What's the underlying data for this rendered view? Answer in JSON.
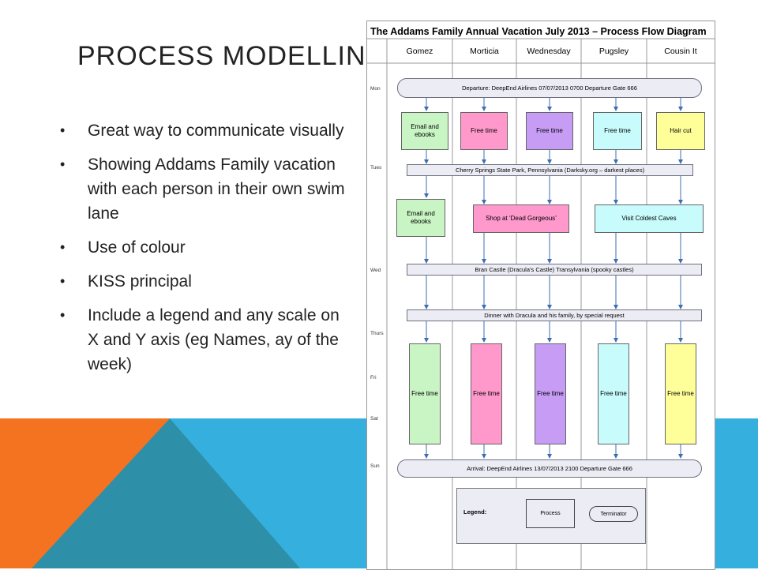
{
  "slide": {
    "title": "PROCESS MODELLING",
    "bullets": [
      "Great way to communicate visually",
      "Showing Addams Family vacation with each person in their own swim lane",
      "Use of colour",
      "KISS principal",
      "Include a legend and any scale on X and Y axis (eg Names, ay of the week)"
    ],
    "bullet_glyph": "•",
    "colors": {
      "orange": "#f47321",
      "blue": "#35b0de",
      "teal": "#2e8fa8",
      "text": "#222222"
    }
  },
  "diagram": {
    "title": "The Addams Family Annual Vacation July 2013 – Process Flow Diagram",
    "lanes": [
      "Gomez",
      "Morticia",
      "Wednesday",
      "Pugsley",
      "Cousin It"
    ],
    "days": {
      "mon": "Mon",
      "tues": "Tues",
      "wed": "Wed",
      "thurs": "Thurs",
      "fri": "Fri",
      "sat": "Sat",
      "sun": "Sun"
    },
    "departure": "Departure: DeepEnd Airlines 07/07/2013 0700 Departure Gate 666",
    "mon_activities": {
      "gomez": "Email and ebooks",
      "morticia": "Free time",
      "wednesday": "Free time",
      "pugsley": "Free time",
      "cousin_it": "Hair cut"
    },
    "cherry_springs": "Cherry Springs State Park, Pennsylvania (Darksky.org – darkest places)",
    "tues_activities": {
      "gomez": "Email and ebooks",
      "shop": "Shop at ‘Dead Gorgeous’",
      "caves": "Visit Coldest Caves"
    },
    "bran_castle": "Bran Castle (Dracula’s Castle) Transylvania (spooky castles)",
    "dinner": "Dinner with Dracula and his family, by special request",
    "free_time_label": "Free time",
    "arrival": "Arrival: DeepEnd Airlines 13/07/2013 2100 Departure Gate 666",
    "legend": {
      "title": "Legend:",
      "process": "Process",
      "terminator": "Terminator"
    },
    "lane_colors": {
      "gomez": "#c9f5c4",
      "morticia": "#ff99cc",
      "wednesday": "#c69cf5",
      "pugsley": "#c8fbfb",
      "cousin_it": "#ffff99"
    }
  }
}
